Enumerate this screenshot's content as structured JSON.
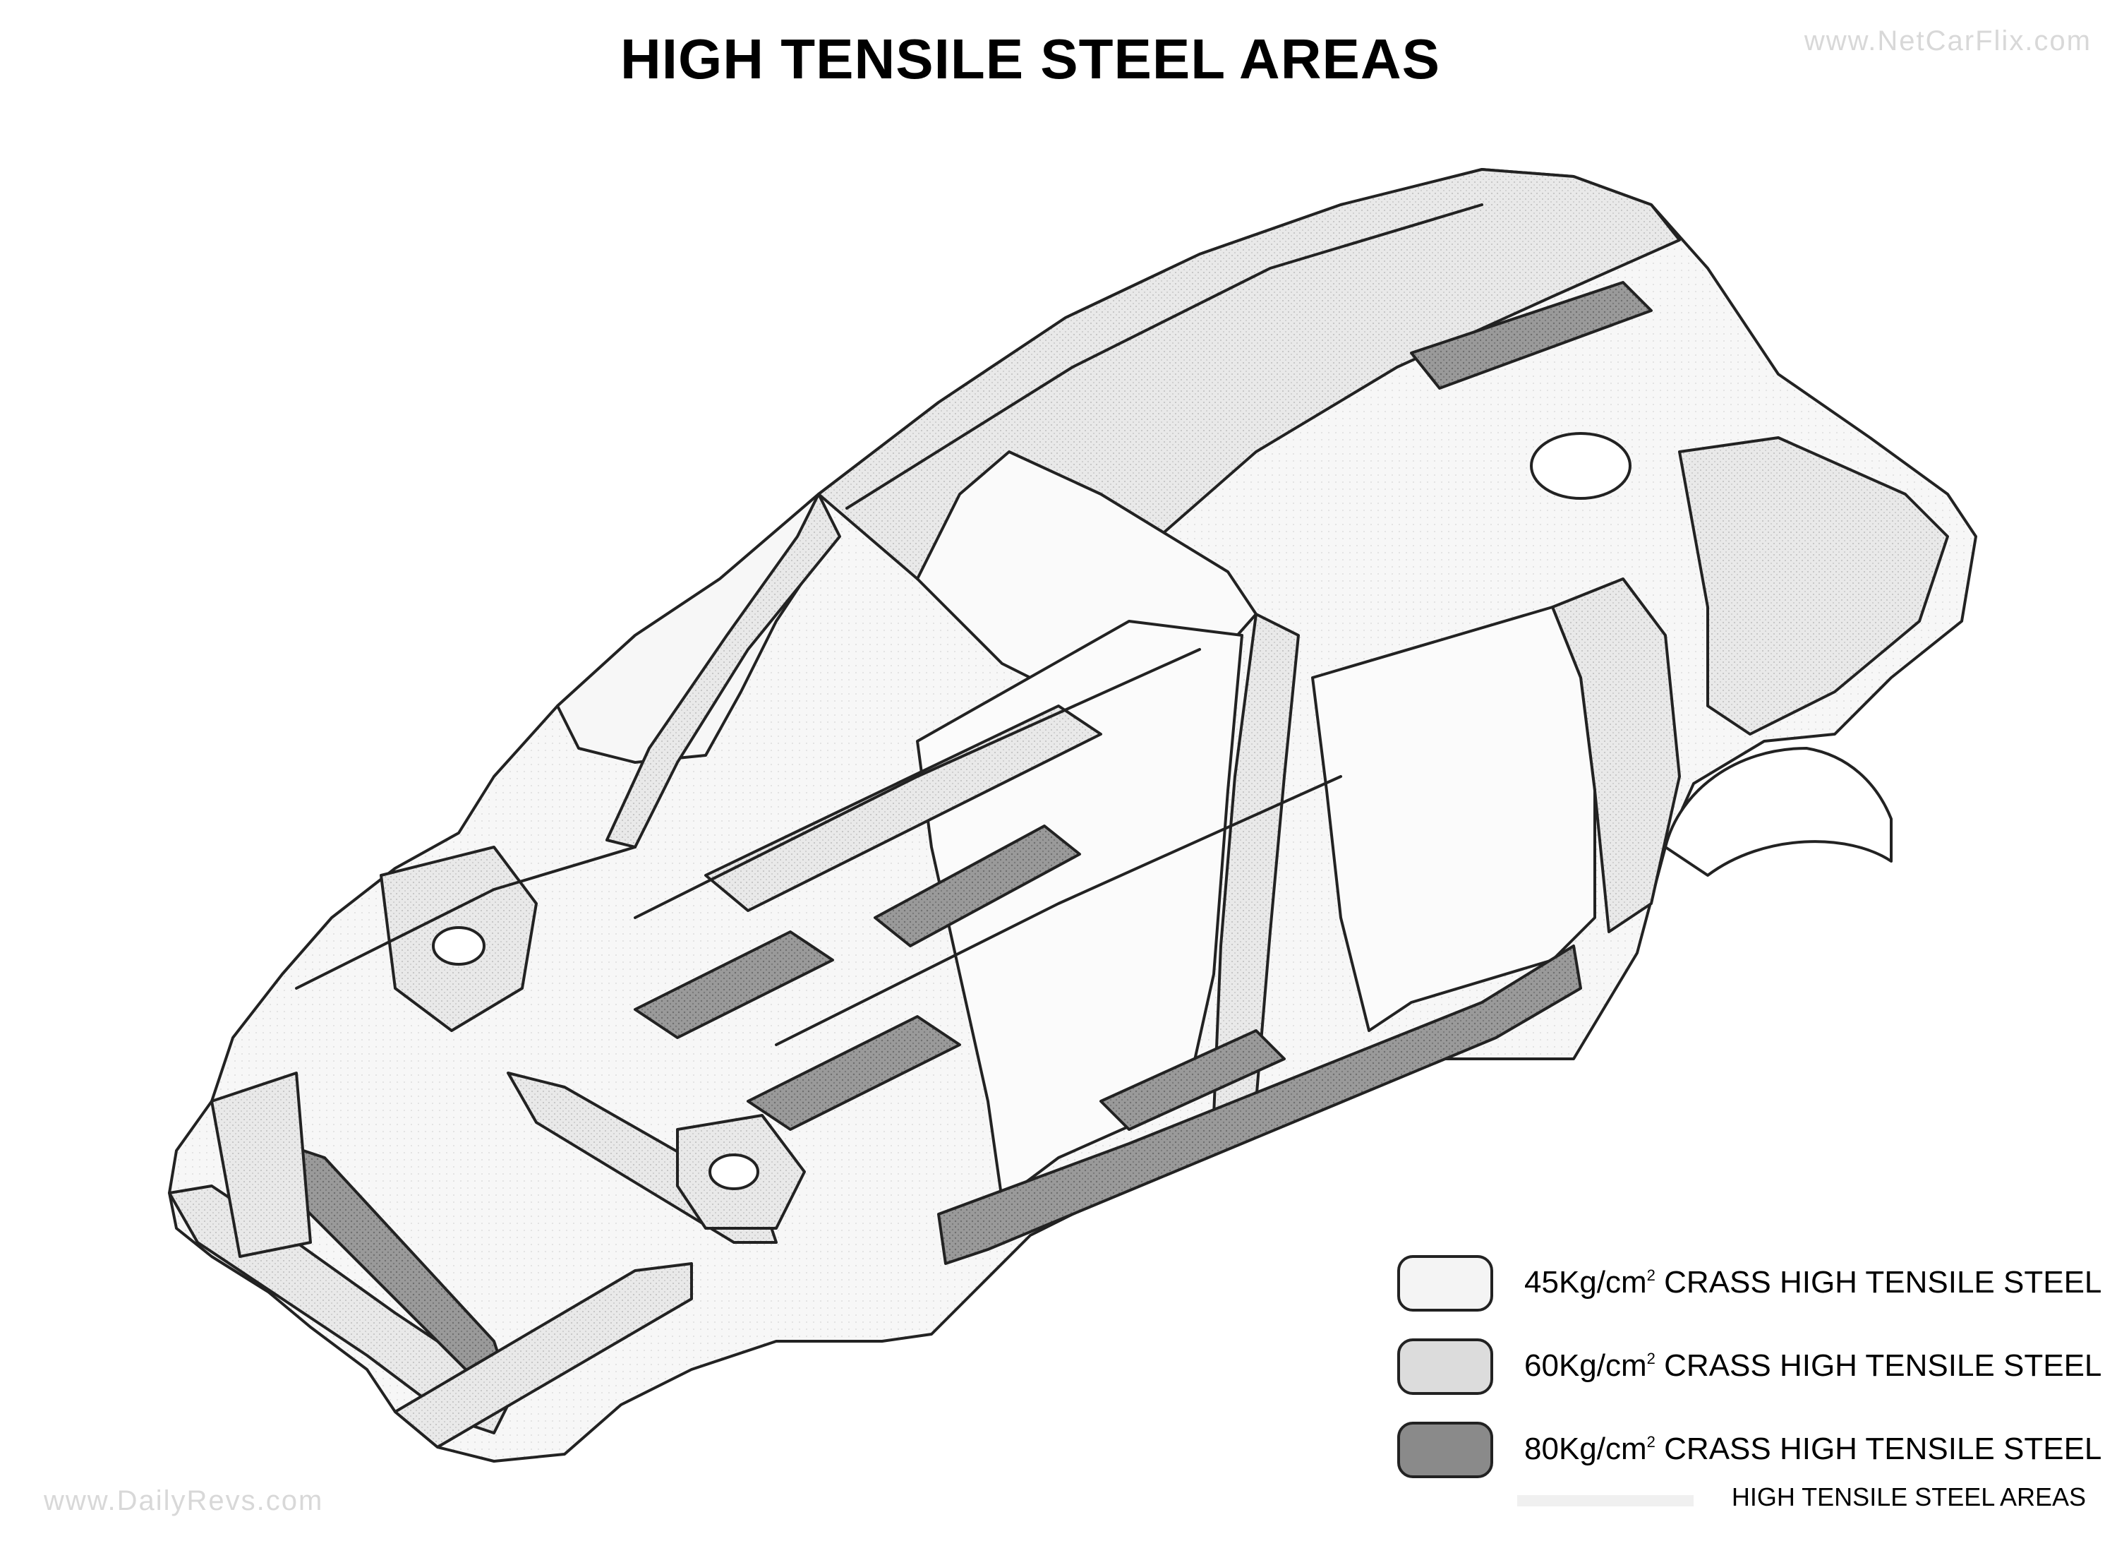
{
  "title": "HIGH TENSILE STEEL AREAS",
  "watermarks": {
    "top_right": "www.NetCarFlix.com",
    "bottom_left": "www.DailyRevs.com"
  },
  "legend": [
    {
      "value": "45",
      "unit": "Kg/cm",
      "exp": "2",
      "text": "CRASS HIGH TENSILE STEEL",
      "fill": "#f4f4f4"
    },
    {
      "value": "60",
      "unit": "Kg/cm",
      "exp": "2",
      "text": "CRASS HIGH TENSILE STEEL",
      "fill": "#dcdcdc"
    },
    {
      "value": "80",
      "unit": "Kg/cm",
      "exp": "2",
      "text": "CRASS HIGH TENSILE STEEL",
      "fill": "#8a8a8a"
    }
  ],
  "footer": "HIGH TENSILE STEEL AREAS"
}
